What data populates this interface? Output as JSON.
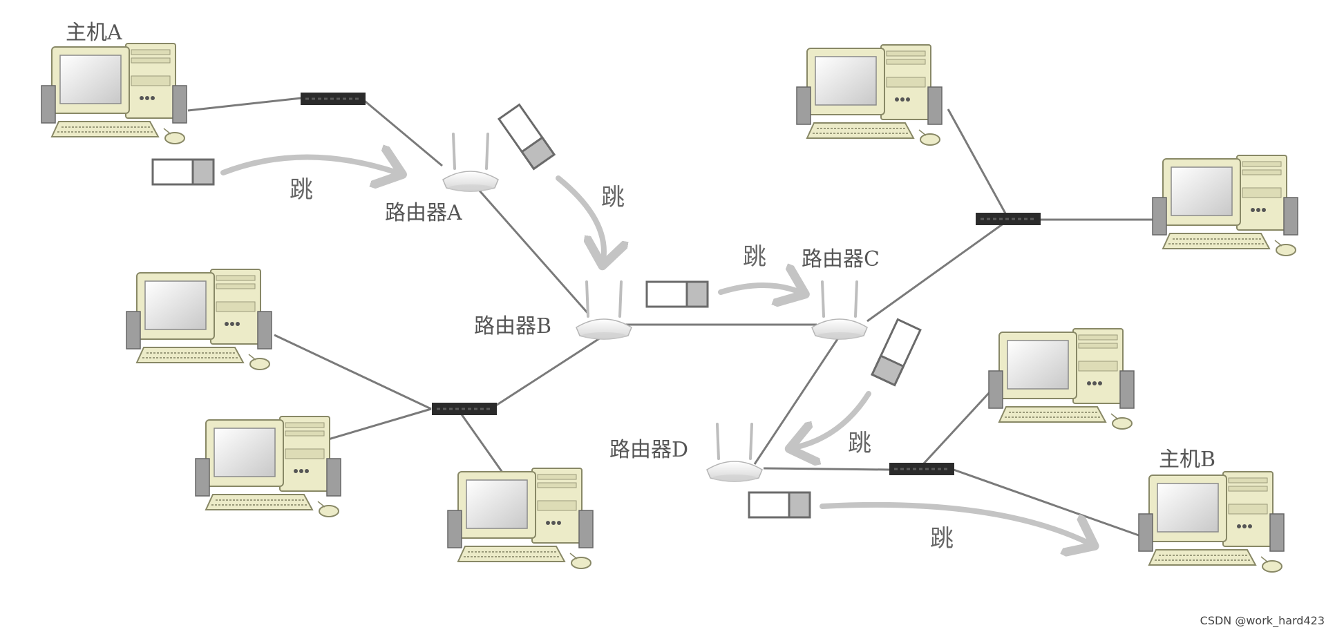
{
  "labels": {
    "host_a": "主机A",
    "host_b": "主机B",
    "router_a": "路由器A",
    "router_b": "路由器B",
    "router_c": "路由器C",
    "router_d": "路由器D"
  },
  "hop_label": "跳",
  "hops": [
    "跳",
    "跳",
    "跳",
    "跳",
    "跳"
  ],
  "watermark": "CSDN @work_hard423",
  "colors": {
    "link": "#7a7a7a",
    "arrow": "#c4c4c4",
    "packet_border": "#6a6a6a",
    "packet_fill": "#bdbdbd",
    "computer_body": "#ecebc8",
    "switch": "#2b2b2b",
    "router": "#f4f4f4"
  }
}
